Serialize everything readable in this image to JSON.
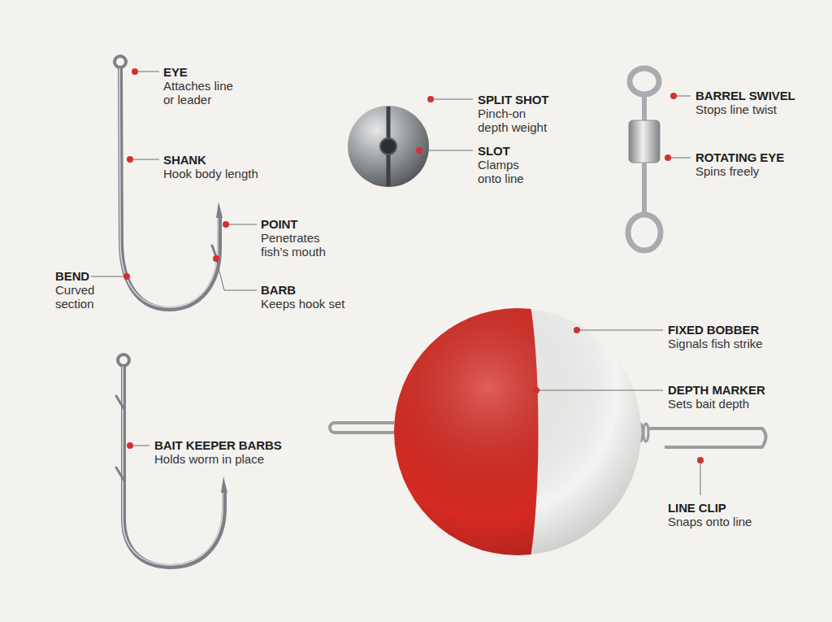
{
  "diagram": {
    "labels": [
      "EYE",
      "Attaches line or leader",
      "SHANK",
      "Hook body length",
      "POINT",
      "Penetrates fish’s mouth",
      "BEND",
      "Curved section",
      "BARB",
      "Keeps hook set",
      "SPLIT SHOT",
      "Pinch-on depth weight",
      "SLOT",
      "Clamps onto line",
      "BARREL SWIVEL",
      "Stops line twist",
      "ROTATING EYE",
      "Spins freely",
      "FIXED BOBBER",
      "Signals fish strike",
      "DEPTH MARKER",
      "Sets bait depth",
      "BAIT KEEPER BARBS",
      "Holds worm in place",
      "LINE CLIP",
      "Snaps onto line"
    ]
  }
}
